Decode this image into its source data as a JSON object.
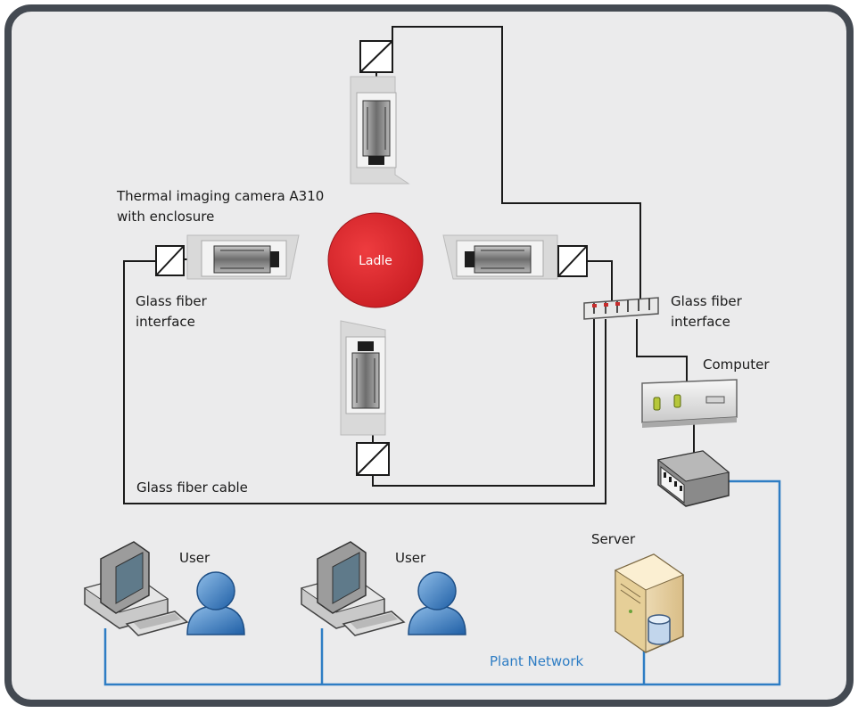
{
  "labels": {
    "camera": [
      "Thermal imaging camera A310",
      "with enclosure"
    ],
    "ladle": "Ladle",
    "fiber_interface_left": [
      "Glass fiber",
      "interface"
    ],
    "fiber_interface_right": [
      "Glass fiber",
      "interface"
    ],
    "computer": "Computer",
    "fiber_cable": "Glass fiber cable",
    "user_1": "User",
    "user_2": "User",
    "server": "Server",
    "plant_network": "Plant Network"
  },
  "colors": {
    "background": "#ebebec",
    "frame_border": "#444a52",
    "ladle": "#e0262b",
    "plant_network": "#2e7dc4",
    "wire": "#1a1a1a",
    "user_figure": "#3f80c6",
    "server_body": "#f1ddb4"
  },
  "icons": {
    "camera": "thermal-camera-icon",
    "fiber_interface": "media-converter-icon",
    "switch": "network-switch-icon",
    "computer": "rack-computer-icon",
    "workstation": "desktop-workstation-icon",
    "user": "user-person-icon",
    "server": "tower-server-icon",
    "database": "database-icon"
  }
}
